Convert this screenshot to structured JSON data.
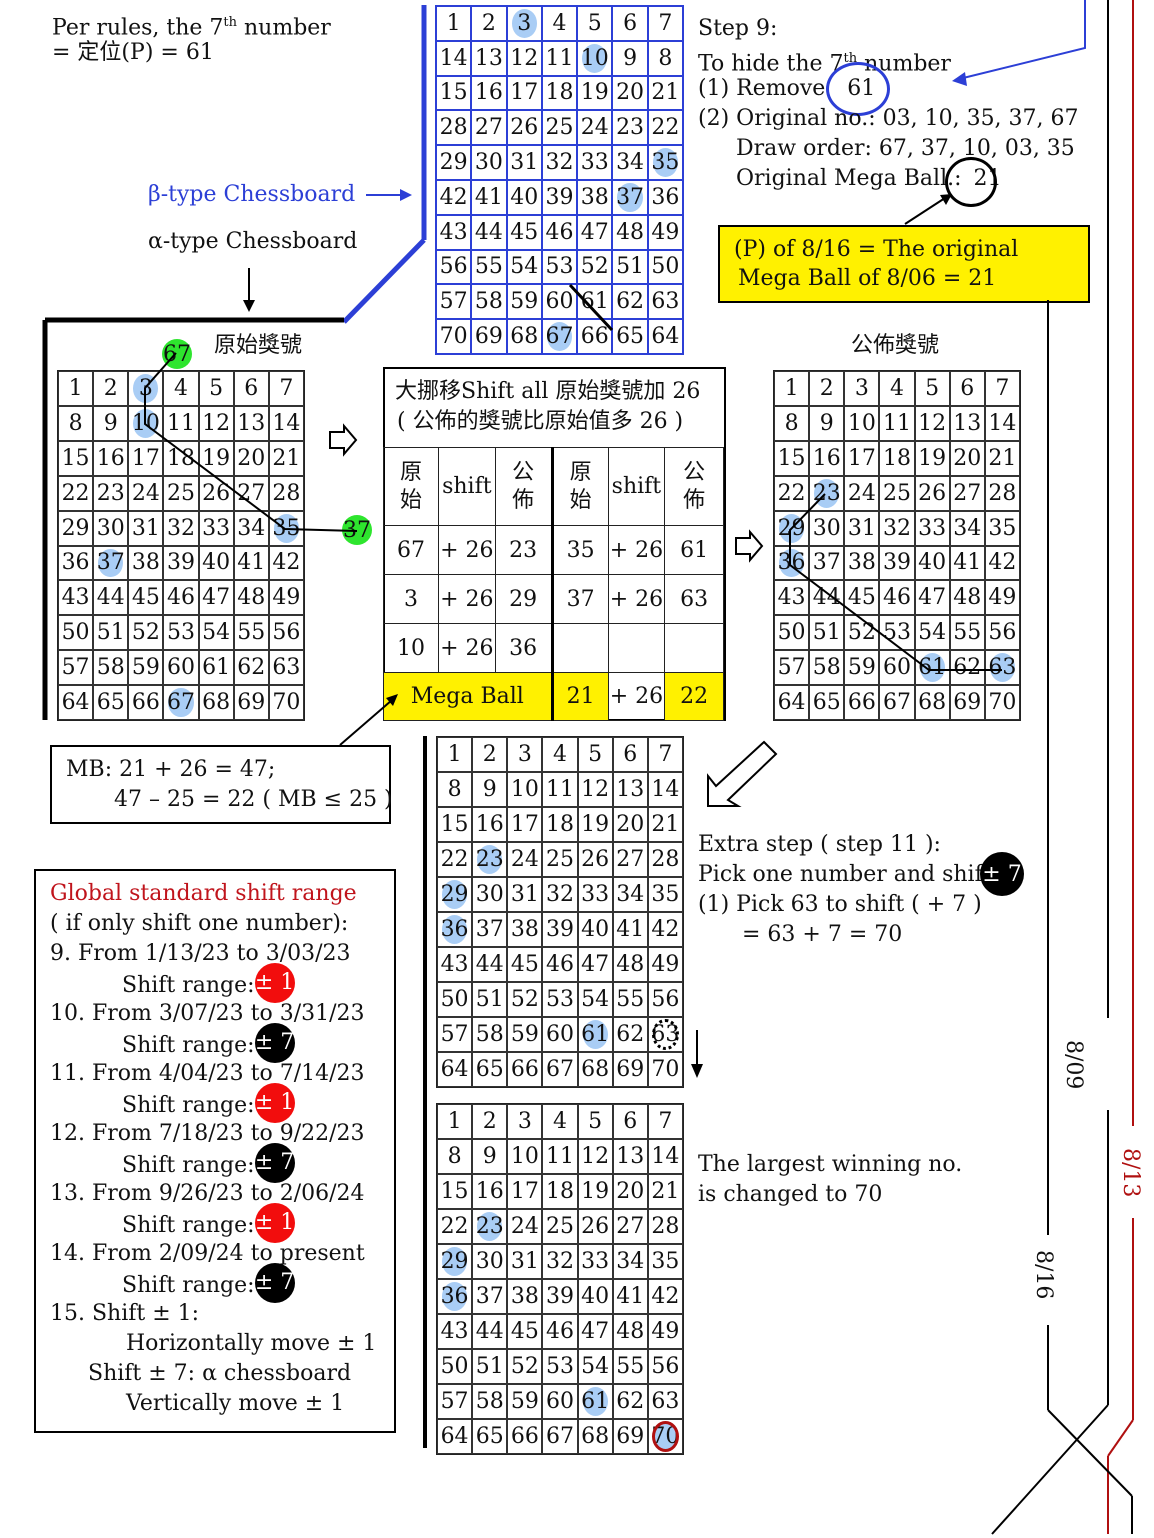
{
  "top_left": {
    "line1": "Per rules, the 7",
    "line1_sup": "th",
    "line1_tail": " number",
    "line2": "= 定位(P) =  61"
  },
  "labels": {
    "beta": "β-type Chessboard",
    "alpha": "α-type Chessboard",
    "original": "原始獎號",
    "announced": "公佈獎號"
  },
  "step9": {
    "title": "Step 9:",
    "line1": "To hide the 7",
    "line1_sup": "th",
    "line1_tail": "  number",
    "remove": "(1)  Remove",
    "remove_no": "61",
    "orig": "(2) Original no.: 03, 10, 35, 37, 67",
    "draw": "Draw order: 67, 37, 10, 03, 35",
    "mega": "Original Mega Ball.:",
    "mega_no": "21"
  },
  "yellow_note": {
    "line1": "(P) of 8/16 = The original",
    "line2": "Mega Ball of 8/06 = 21"
  },
  "shift_table": {
    "title1": "大挪移Shift all 原始獎號加 26",
    "title2": "( 公佈的獎號比原始值多 26 )",
    "head": [
      "原\n始",
      "shift",
      "公\n佈",
      "原\n始",
      "shift",
      "公\n佈"
    ],
    "rows": [
      [
        "67",
        "+ 26",
        "23",
        "35",
        "+ 26",
        "61"
      ],
      [
        "3",
        "+ 26",
        "29",
        "37",
        "+ 26",
        "63"
      ],
      [
        "10",
        "+ 26",
        "36",
        "",
        "",
        ""
      ]
    ],
    "mega_label": "Mega Ball",
    "mega_row": [
      "21",
      "+ 26",
      "22"
    ]
  },
  "mb_note": {
    "line1": "MB: 21 + 26 = 47;",
    "line2": "47 – 25 = 22 ( MB ≤ 25 )"
  },
  "global": {
    "title": "Global standard shift range",
    "sub": "( if only shift one number):",
    "items": [
      {
        "period": "9. From 1/13/23 to 3/03/23",
        "range": "Shift range:",
        "badge": "± 1",
        "color": "red"
      },
      {
        "period": "10. From 3/07/23 to 3/31/23",
        "range": "Shift range:",
        "badge": "± 7",
        "color": "black"
      },
      {
        "period": "11. From 4/04/23 to 7/14/23",
        "range": "Shift range:",
        "badge": "± 1",
        "color": "red"
      },
      {
        "period": "12. From 7/18/23 to 9/22/23",
        "range": "Shift range:",
        "badge": "± 7",
        "color": "black"
      },
      {
        "period": "13. From 9/26/23 to 2/06/24",
        "range": "Shift range:",
        "badge": "± 1",
        "color": "red"
      },
      {
        "period": "14. From 2/09/24 to present",
        "range": "Shift range:",
        "badge": "± 7",
        "color": "black"
      }
    ],
    "rule15": "15. Shift ± 1:",
    "rule15a": "Horizontally move ± 1",
    "rule15b": "Shift ± 7: α chessboard",
    "rule15c": "Vertically move ± 1"
  },
  "extra": {
    "line1": "Extra step ( step 11 ):",
    "line2": "Pick one number and shift",
    "badge": "± 7",
    "line3": "(1) Pick 63 to shift ( + 7 )",
    "line4": "= 63 + 7 = 70"
  },
  "largest": {
    "line1": "The largest winning no.",
    "line2": "is changed to 70"
  },
  "timeline": {
    "d1": "8/09",
    "d2": "8/13",
    "d3": "8/16"
  },
  "colors": {
    "highlight": "#a9cdf5",
    "beta_blue": "#2c3fd6",
    "yellow": "#fff100",
    "green": "#2ee52e",
    "red": "#f20d0d",
    "dark_red": "#b01010"
  },
  "boards": {
    "beta": [
      "1",
      "2",
      "3",
      "4",
      "5",
      "6",
      "7",
      "14",
      "13",
      "12",
      "11",
      "10",
      "9",
      "8",
      "15",
      "16",
      "17",
      "18",
      "19",
      "20",
      "21",
      "28",
      "27",
      "26",
      "25",
      "24",
      "23",
      "22",
      "29",
      "30",
      "31",
      "32",
      "33",
      "34",
      "35",
      "42",
      "41",
      "40",
      "39",
      "38",
      "37",
      "36",
      "43",
      "44",
      "45",
      "46",
      "47",
      "48",
      "49",
      "56",
      "55",
      "54",
      "53",
      "52",
      "51",
      "50",
      "57",
      "58",
      "59",
      "60",
      "61",
      "62",
      "63",
      "70",
      "69",
      "68",
      "67",
      "66",
      "65",
      "64"
    ],
    "alpha": [
      "1",
      "2",
      "3",
      "4",
      "5",
      "6",
      "7",
      "8",
      "9",
      "10",
      "11",
      "12",
      "13",
      "14",
      "15",
      "16",
      "17",
      "18",
      "19",
      "20",
      "21",
      "22",
      "23",
      "24",
      "25",
      "26",
      "27",
      "28",
      "29",
      "30",
      "31",
      "32",
      "33",
      "34",
      "35",
      "36",
      "37",
      "38",
      "39",
      "40",
      "41",
      "42",
      "43",
      "44",
      "45",
      "46",
      "47",
      "48",
      "49",
      "50",
      "51",
      "52",
      "53",
      "54",
      "55",
      "56",
      "57",
      "58",
      "59",
      "60",
      "61",
      "62",
      "63",
      "64",
      "65",
      "66",
      "67",
      "68",
      "69",
      "70"
    ]
  }
}
